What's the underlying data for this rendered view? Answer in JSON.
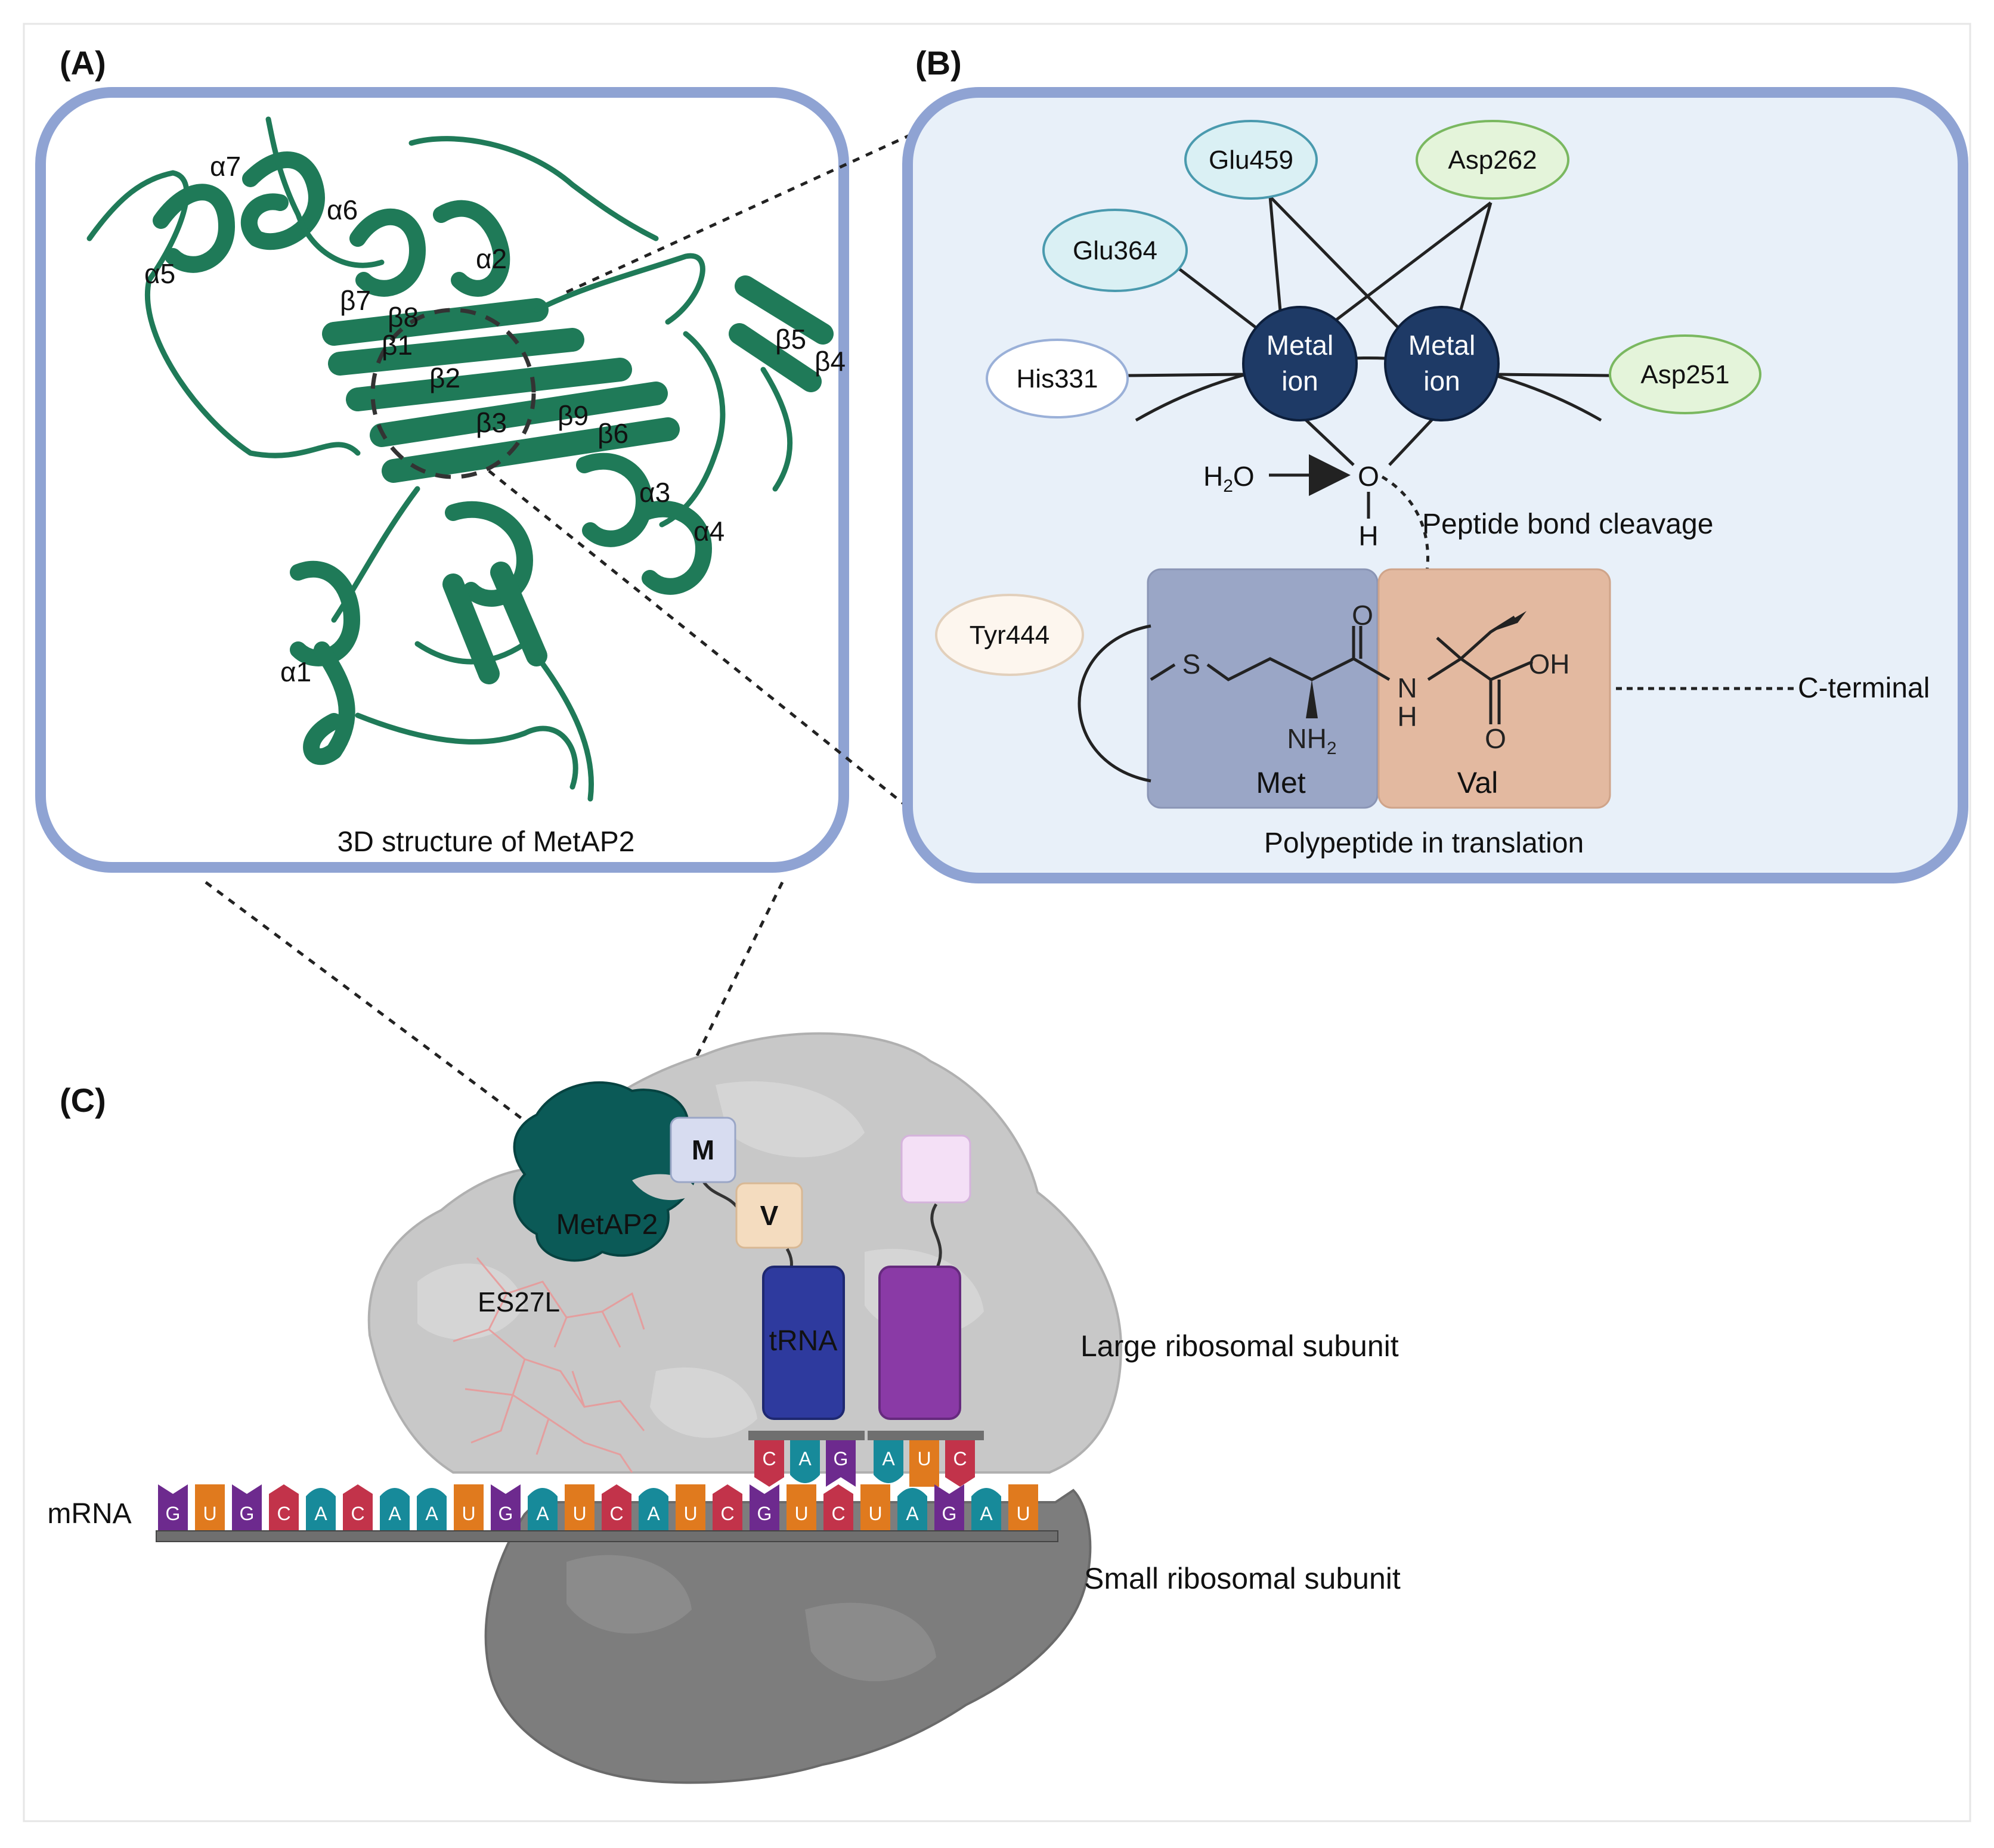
{
  "panels": {
    "a": {
      "label": "(A)",
      "caption": "3D structure of MetAP2"
    },
    "b": {
      "label": "(B)",
      "caption": "Polypeptide in translation"
    },
    "c": {
      "label": "(C)"
    }
  },
  "structure_labels": {
    "a7": "α7",
    "a6": "α6",
    "a5": "α5",
    "a2": "α2",
    "a3": "α3",
    "a4": "α4",
    "a1": "α1",
    "b7": "β7",
    "b8": "β8",
    "b1": "β1",
    "b2": "β2",
    "b3": "β3",
    "b9": "β9",
    "b6": "β6",
    "b5": "β5",
    "b4": "β4"
  },
  "residues": {
    "glu459": "Glu459",
    "asp262": "Asp262",
    "glu364": "Glu364",
    "his331": "His331",
    "asp251": "Asp251",
    "tyr444": "Tyr444"
  },
  "metal_ions": {
    "line1": "Metal",
    "line2": "ion"
  },
  "chemistry": {
    "h2o_h": "H",
    "h2o_sub": "2",
    "h2o_o": "O",
    "o_atom": "O",
    "h_atom": "H",
    "cleavage": "Peptide bond cleavage",
    "s_atom": "S",
    "carbonyl_o": "O",
    "nh_n": "N",
    "nh_h": "H",
    "nh2_nh": "NH",
    "nh2_sub": "2",
    "oh": "OH",
    "acid_o": "O",
    "met": "Met",
    "val": "Val",
    "c_terminal": "C-terminal"
  },
  "ribosome": {
    "metap2": "MetAP2",
    "es27l": "ES27L",
    "trna": "tRNA",
    "m_residue": "M",
    "v_residue": "V",
    "large": "Large ribosomal subunit",
    "small": "Small ribosomal subunit",
    "mrna": "mRNA",
    "mrna_sequence": [
      "G",
      "U",
      "G",
      "C",
      "A",
      "C",
      "A",
      "A",
      "U",
      "G",
      "A",
      "U",
      "C",
      "A",
      "U",
      "C",
      "G",
      "U",
      "C",
      "U",
      "A",
      "G",
      "A",
      "U"
    ],
    "anticodon1": [
      "C",
      "A",
      "G"
    ],
    "anticodon2": [
      "A",
      "U",
      "C"
    ]
  },
  "colors": {
    "panel_border": "#8fa3d3",
    "panel_b_fill": "#e8f0f9",
    "protein_green": "#1f7a58",
    "metal_ion": "#1e3a66",
    "met_box": "#9aa6c6",
    "val_box": "#e3b9a0",
    "metap2_blob": "#0b5a57",
    "trna_blue": "#2e3a9e",
    "trna_purple": "#8a3aa6",
    "nuc_G": "#6d2a8e",
    "nuc_U": "#e07a1e",
    "nuc_C": "#c2334a",
    "nuc_A": "#178a9a"
  }
}
